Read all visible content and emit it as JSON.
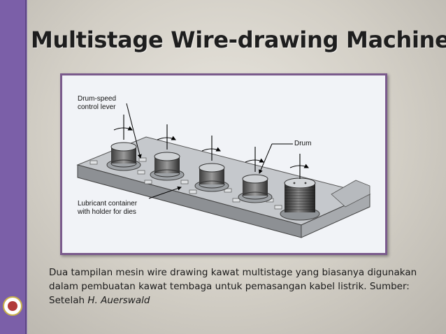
{
  "slide": {
    "title": "Multistage Wire-drawing Machine",
    "caption_main": "Dua tampilan mesin wire drawing kawat multistage yang biasanya digunakan dalam pembuatan kawat tembaga untuk pemasangan kabel listrik. Sumber: Setelah ",
    "caption_author": "H. Auerswald"
  },
  "figure": {
    "label_lever_line1": "Drum-speed",
    "label_lever_line2": "control lever",
    "label_drum": "Drum",
    "label_lubricant_line1": "Lubricant container",
    "label_lubricant_line2": "with holder for dies"
  },
  "colors": {
    "sidebar": "#7b5fa8",
    "frame": "#7a5a8c"
  }
}
